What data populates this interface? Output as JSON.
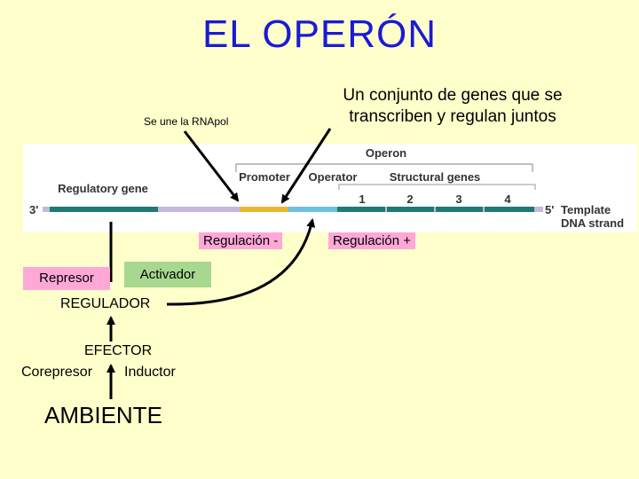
{
  "title": "EL OPERÓN",
  "subtitle": "Un conjunto de genes que se transcriben y regulan juntos",
  "polymerase_note": "Se une la RNApol",
  "dna_figure": {
    "operon_label": "Operon",
    "promoter_label": "Promoter",
    "operator_label": "Operator",
    "structural_genes_label": "Structural genes",
    "regulatory_gene_label": "Regulatory gene",
    "gene_numbers": [
      "1",
      "2",
      "3",
      "4"
    ],
    "three_prime": "3'",
    "five_prime": "5'",
    "template_label_line1": "Template",
    "template_label_line2": "DNA strand",
    "colors": {
      "regulatory_gene": "#1f7a74",
      "promoter": "#e8b830",
      "operator": "#6cc0e0",
      "structural_genes": "#1f7a74",
      "spacer": "#c4b8de"
    }
  },
  "labels": {
    "regulacion_negativa": "Regulación -",
    "regulacion_positiva": "Regulación +",
    "represor": "Represor",
    "activador": "Activador",
    "regulador": "REGULADOR",
    "efector": "EFECTOR",
    "corepresor": "Corepresor",
    "inductor": "Inductor",
    "ambiente": "AMBIENTE"
  }
}
